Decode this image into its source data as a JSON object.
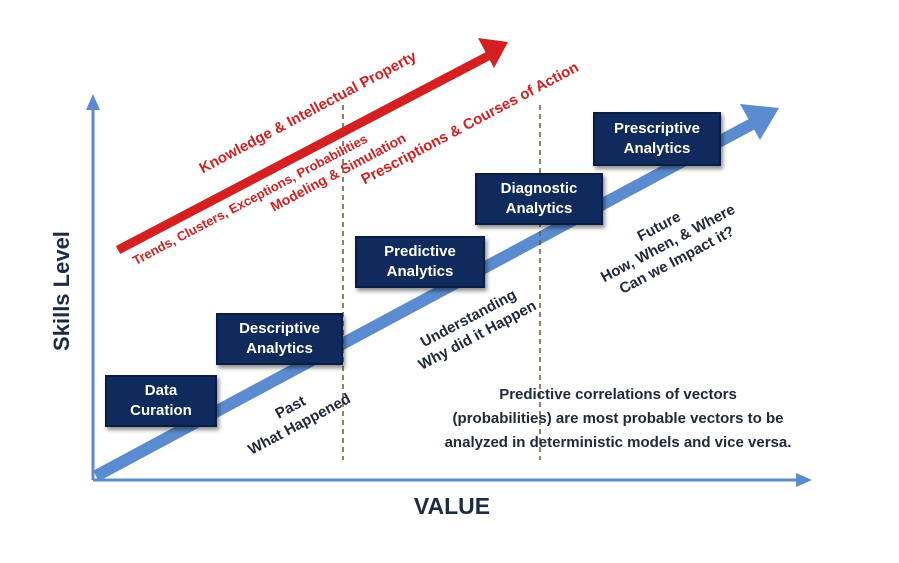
{
  "axes": {
    "y_label": "Skills Level",
    "x_label": "VALUE"
  },
  "stages": [
    {
      "line1": "Data",
      "line2": "Curation"
    },
    {
      "line1": "Descriptive",
      "line2": "Analytics"
    },
    {
      "line1": "Predictive",
      "line2": "Analytics"
    },
    {
      "line1": "Diagnostic",
      "line2": "Analytics"
    },
    {
      "line1": "Prescriptive",
      "line2": "Analytics"
    }
  ],
  "red_arrow": {
    "label": "Knowledge & Intellectual Property",
    "items": [
      "Trends, Clusters, Exceptions, Probabilities",
      "Modeling & Simulation",
      "Prescriptions & Courses of Action"
    ]
  },
  "phases": {
    "past": {
      "line1": "Past",
      "line2": "What Happened"
    },
    "understanding": {
      "line1": "Understanding",
      "line2": "Why did it Happen"
    },
    "future": {
      "line1": "Future",
      "line2": "How, When, & Where",
      "line3": "Can we Impact it?"
    }
  },
  "note": {
    "line1": "Predictive correlations of vectors",
    "line2": "(probabilities) are most probable vectors to be",
    "line3": "analyzed in deterministic models and vice versa."
  },
  "colors": {
    "axis": "#5b8ccf",
    "diagonal": "#5b8ccf",
    "red_arrow": "#d42020",
    "box_fill": "#0f2a5c",
    "divider": "#6b5a3a"
  }
}
